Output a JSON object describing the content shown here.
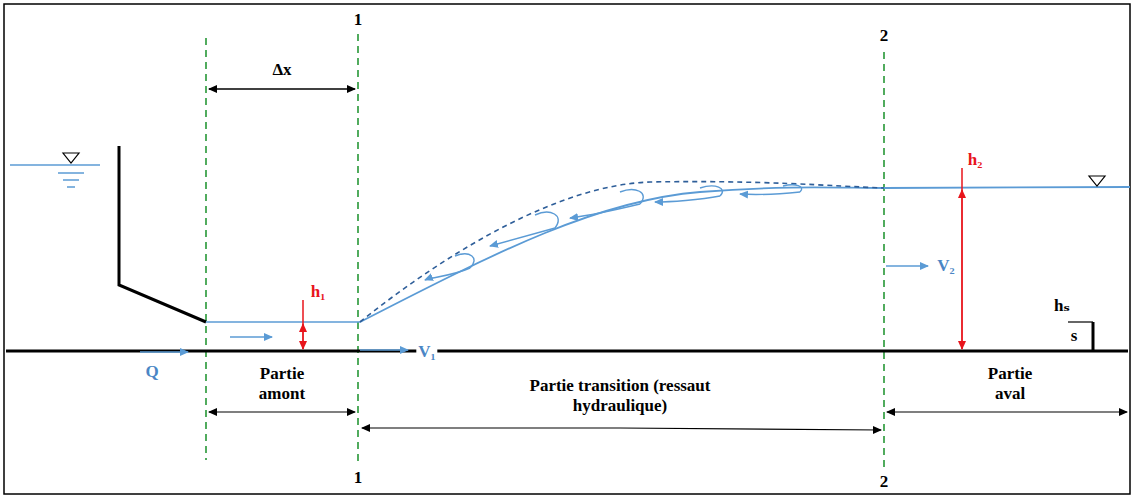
{
  "diagram": {
    "labels": [
      "Δx",
      "1",
      "1",
      "2",
      "2",
      "h₁",
      "h₂",
      "hₛ",
      "s",
      "Q",
      "V₁",
      "V₂",
      "Partie amont",
      "Partie transition (ressaut hydraulique)",
      "Partie aval"
    ]
  }
}
